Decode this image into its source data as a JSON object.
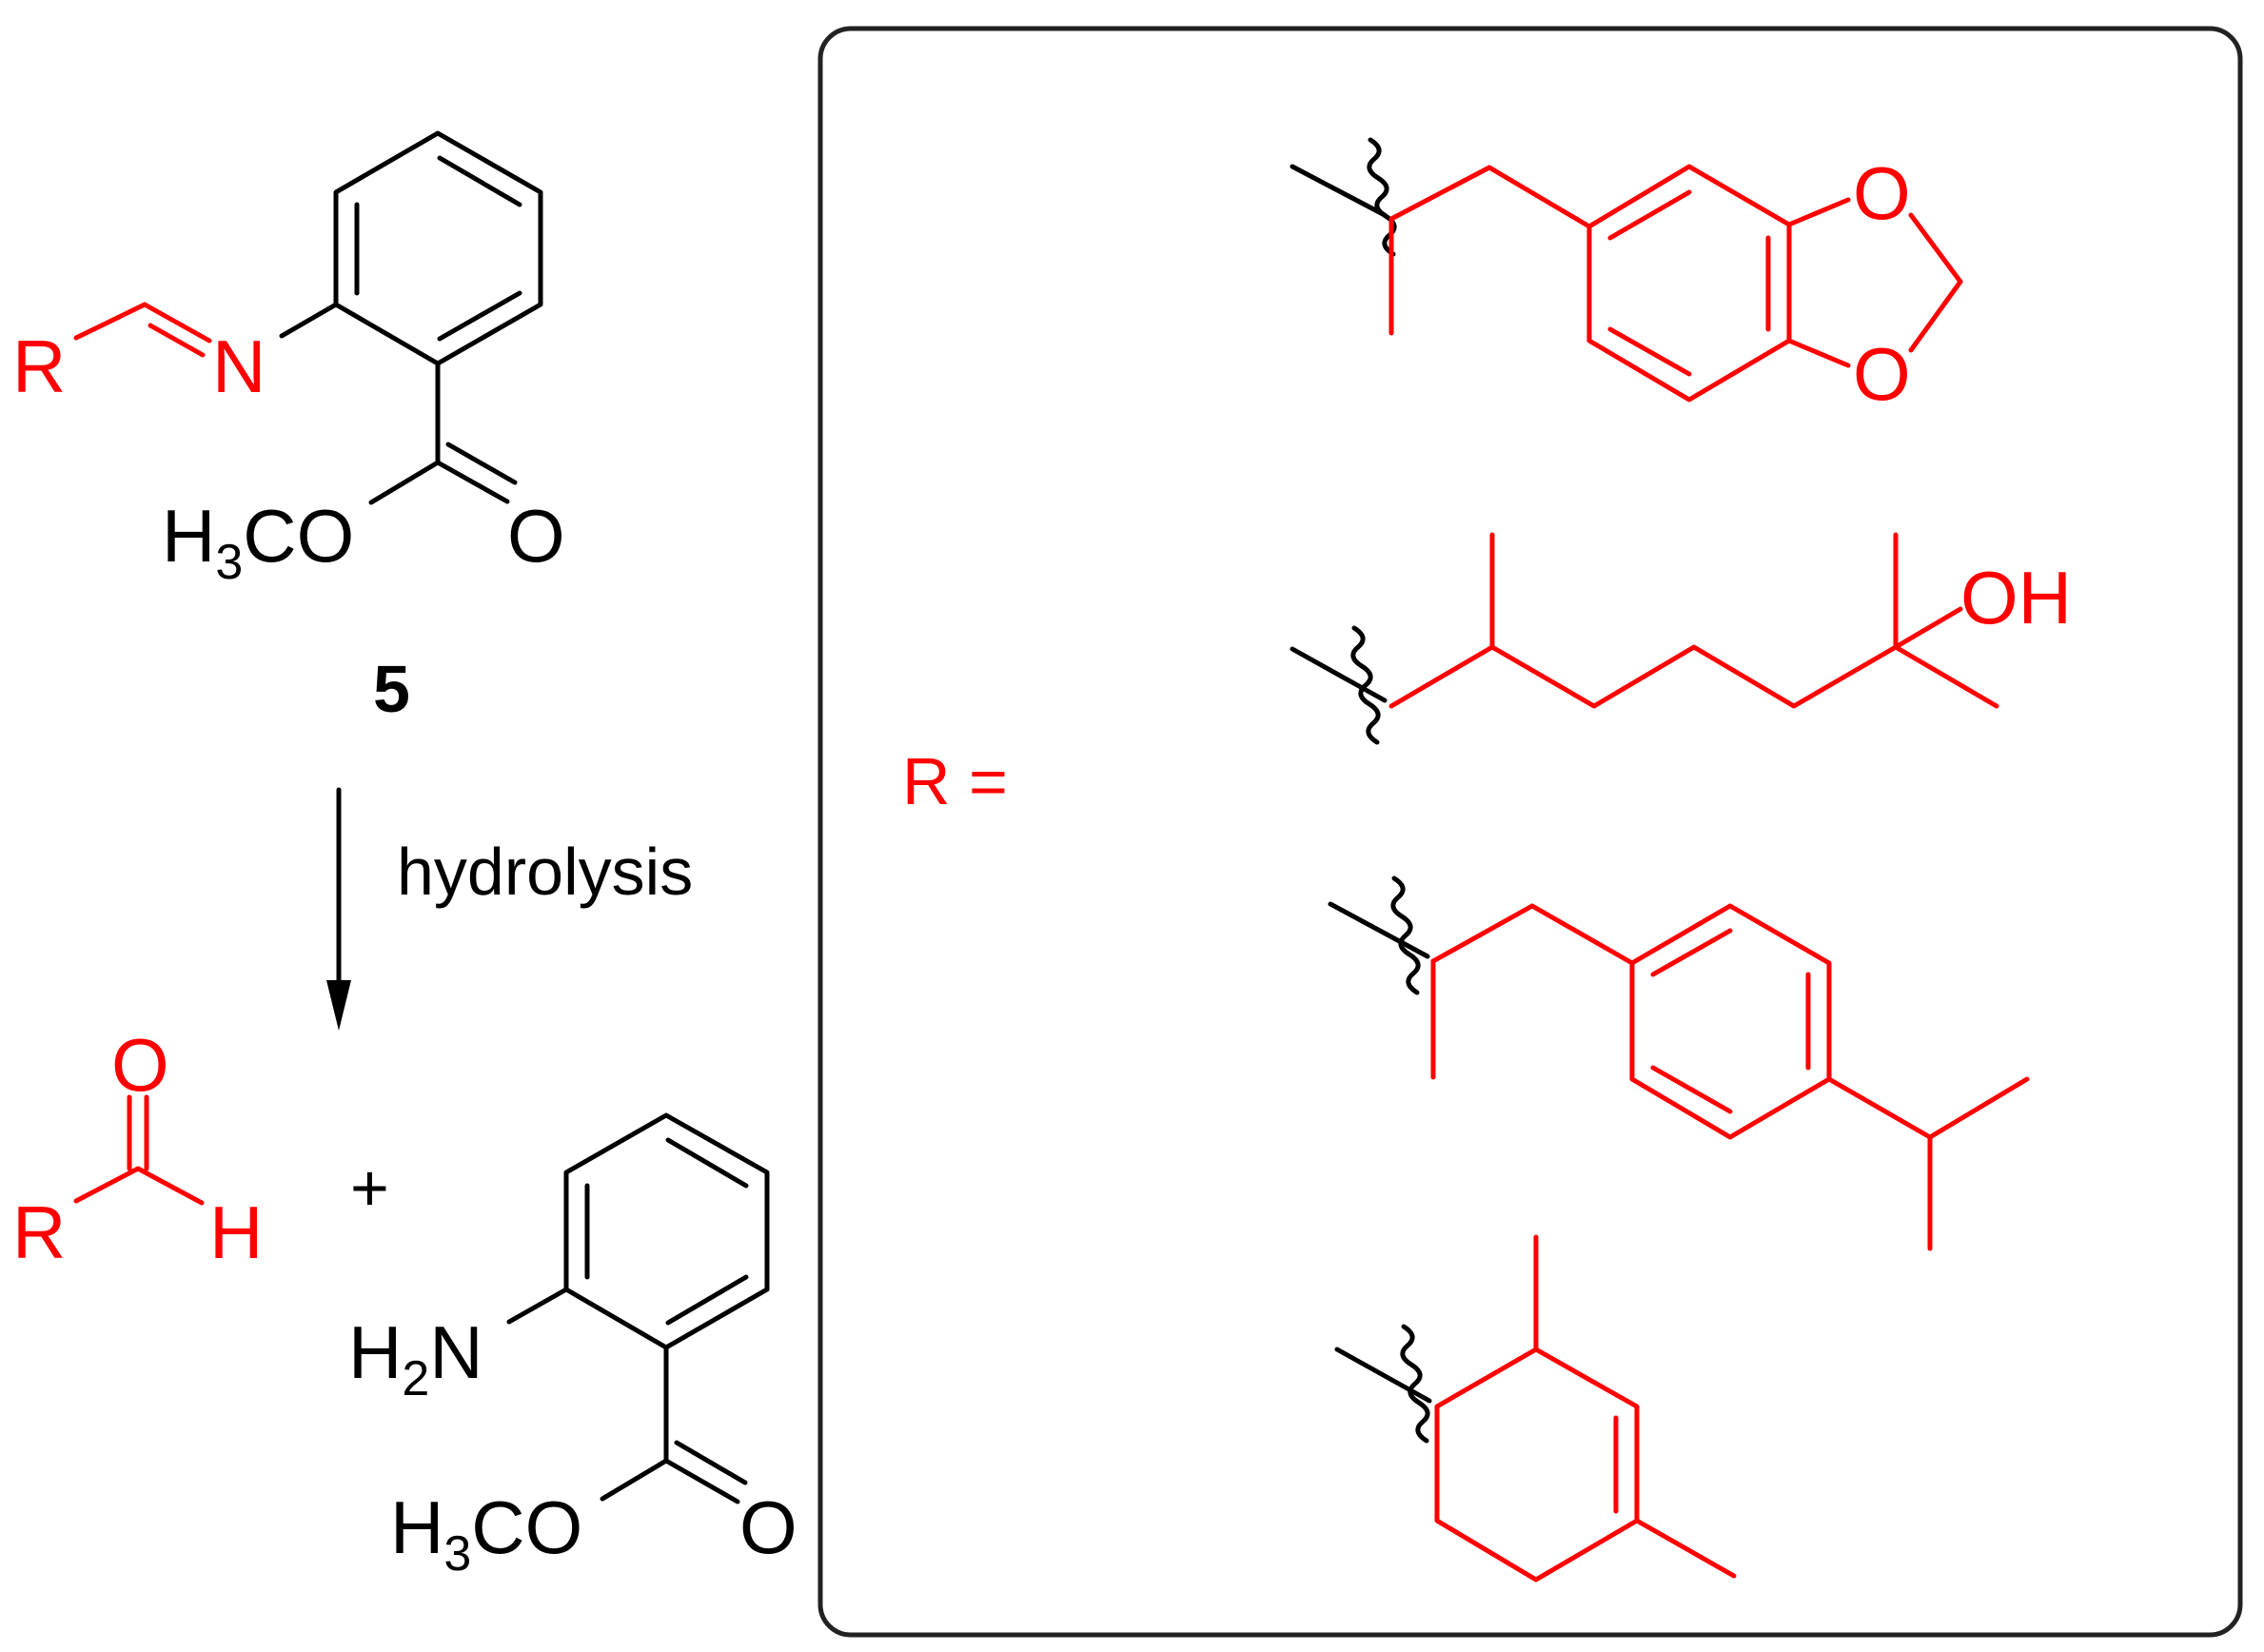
{
  "colors": {
    "text": "#000000",
    "r_group": "#ff0000",
    "panel_border": "#222222"
  },
  "reactant": {
    "r_label": "R",
    "n_label": "N",
    "ester_h": "H",
    "ester_sub": "3",
    "ester_co": "CO",
    "carbonyl_o": "O",
    "compound_number": "5"
  },
  "reaction": {
    "reagent": "hydrolysis"
  },
  "products": {
    "aldehyde_r": "R",
    "aldehyde_o": "O",
    "aldehyde_h": "H",
    "plus": "+",
    "amine_h": "H",
    "amine_sub": "2",
    "amine_n": "N",
    "ester_h": "H",
    "ester_sub": "3",
    "ester_co": "CO",
    "carbonyl_o": "O"
  },
  "panel": {
    "r_equals": "R =",
    "substituents": [
      {
        "atom_labels": [
          "O",
          "O"
        ]
      },
      {
        "atom_labels": [
          "OH"
        ]
      },
      {
        "atom_labels": []
      },
      {
        "atom_labels": []
      }
    ]
  }
}
